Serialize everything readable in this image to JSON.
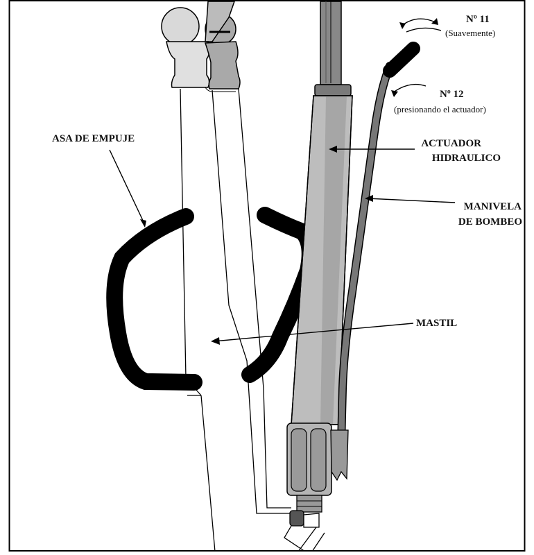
{
  "diagram": {
    "labels": {
      "num11": "Nº 11",
      "num11_note": "(Suavemente)",
      "num12": "Nº 12",
      "num12_note": "(presionando el actuador)",
      "push_handle": "ASA DE EMPUJE",
      "actuator_line1": "ACTUADOR",
      "actuator_line2": "HIDRAULICO",
      "pump_line1": "MANIVELA",
      "pump_line2": "DE BOMBEO",
      "mast": "MASTIL"
    },
    "colors": {
      "frame": "#000000",
      "handle": "#000000",
      "actuator_body": "#bdbdbd",
      "actuator_dark": "#7a7a7a",
      "pump_handle": "#777777",
      "cap_light": "#d9d9d9",
      "cap_mid": "#a9a9a9"
    }
  }
}
